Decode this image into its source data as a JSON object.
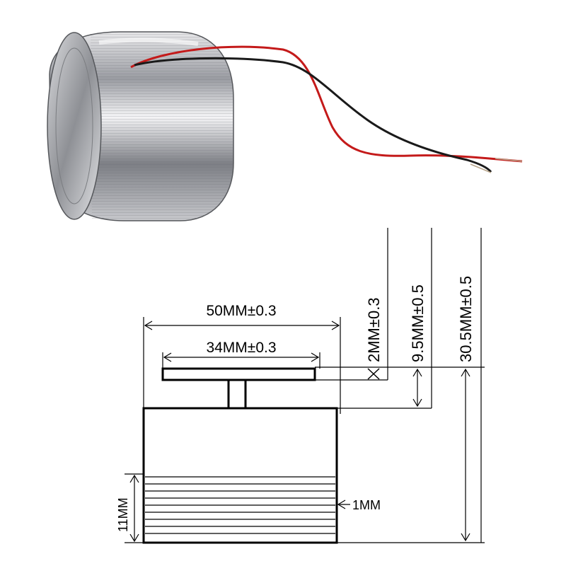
{
  "product": {
    "photo_icon": "bass-shaker-transducer-photo"
  },
  "drawing": {
    "dim_overall_width": "50MM±0.3",
    "dim_plate_width": "34MM±0.3",
    "dim_plate_thickness": "2MM±0.3",
    "dim_plate_to_body": "9.5MM±0.5",
    "dim_total_height": "30.5MM±0.5",
    "dim_thread_height": "11MM",
    "dim_thread_depth": "1MM"
  }
}
